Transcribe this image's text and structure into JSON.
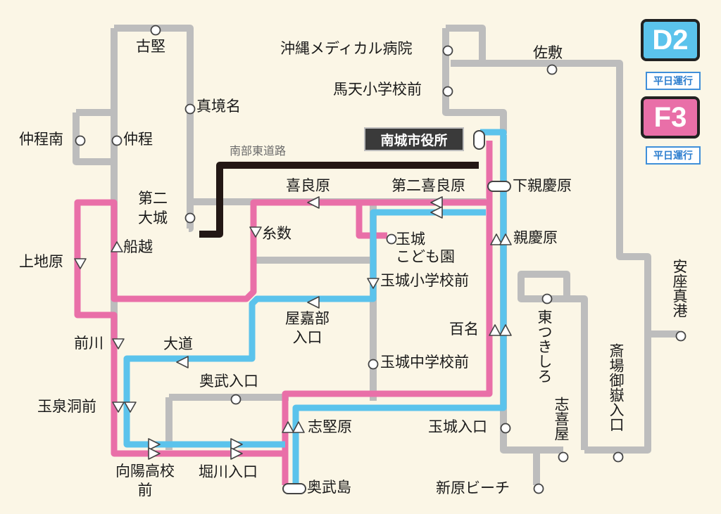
{
  "colors": {
    "background": "#fbf6e6",
    "road": "#bdbdbd",
    "d2_route": "#5bc3ec",
    "f3_route": "#e96fa8",
    "expressway": "#231815"
  },
  "legend": {
    "d2": "D2",
    "d2_tag": "平日運行",
    "f3": "F3",
    "f3_tag": "平日運行"
  },
  "expressway_label": "南部東道路",
  "city_hall": "南城市役所",
  "stops": {
    "furugen": "古堅",
    "magusukuna": "真境名",
    "nakahodominami": "仲程南",
    "nakahodo": "仲程",
    "daini_oshiro": "第二\n大城",
    "funakoshi": "船越",
    "uechibaru": "上地原",
    "maekawa": "前川",
    "gyokusendomae": "玉泉洞前",
    "koyokokomae": "向陽高校\n前",
    "horikawairiguchi": "堀川入口",
    "oou": "大道",
    "okuirikuchi": "奥武入口",
    "yakabeiriguchi": "屋嘉部\n入口",
    "itokazu": "糸数",
    "kirabaru": "喜良原",
    "dainikirabaru": "第二喜良原",
    "tamagusuku_kodomoen": "玉城\nこども園",
    "tamagusuku_shogakkomae": "玉城小学校前",
    "tamagusuku_chugakkomae": "玉城中学校前",
    "shikenbaru": "志堅原",
    "oujima": "奥武島",
    "okinawa_medical": "沖縄メディカル病院",
    "maten_shogakkomae": "馬天小学校前",
    "sashiki": "佐敷",
    "shimoshinkebaru": "下親慶原",
    "shinkebaru": "親慶原",
    "hyakuna": "百名",
    "tamagusuku_iriguchi": "玉城入口",
    "arakaki_beach": "新原ビーチ",
    "higashi_tsukishiro": "東つきしろ",
    "shikiya": "志喜屋",
    "sefautakiiriguchi": "斎場御嶽入口",
    "azamaminato": "安座真港"
  }
}
